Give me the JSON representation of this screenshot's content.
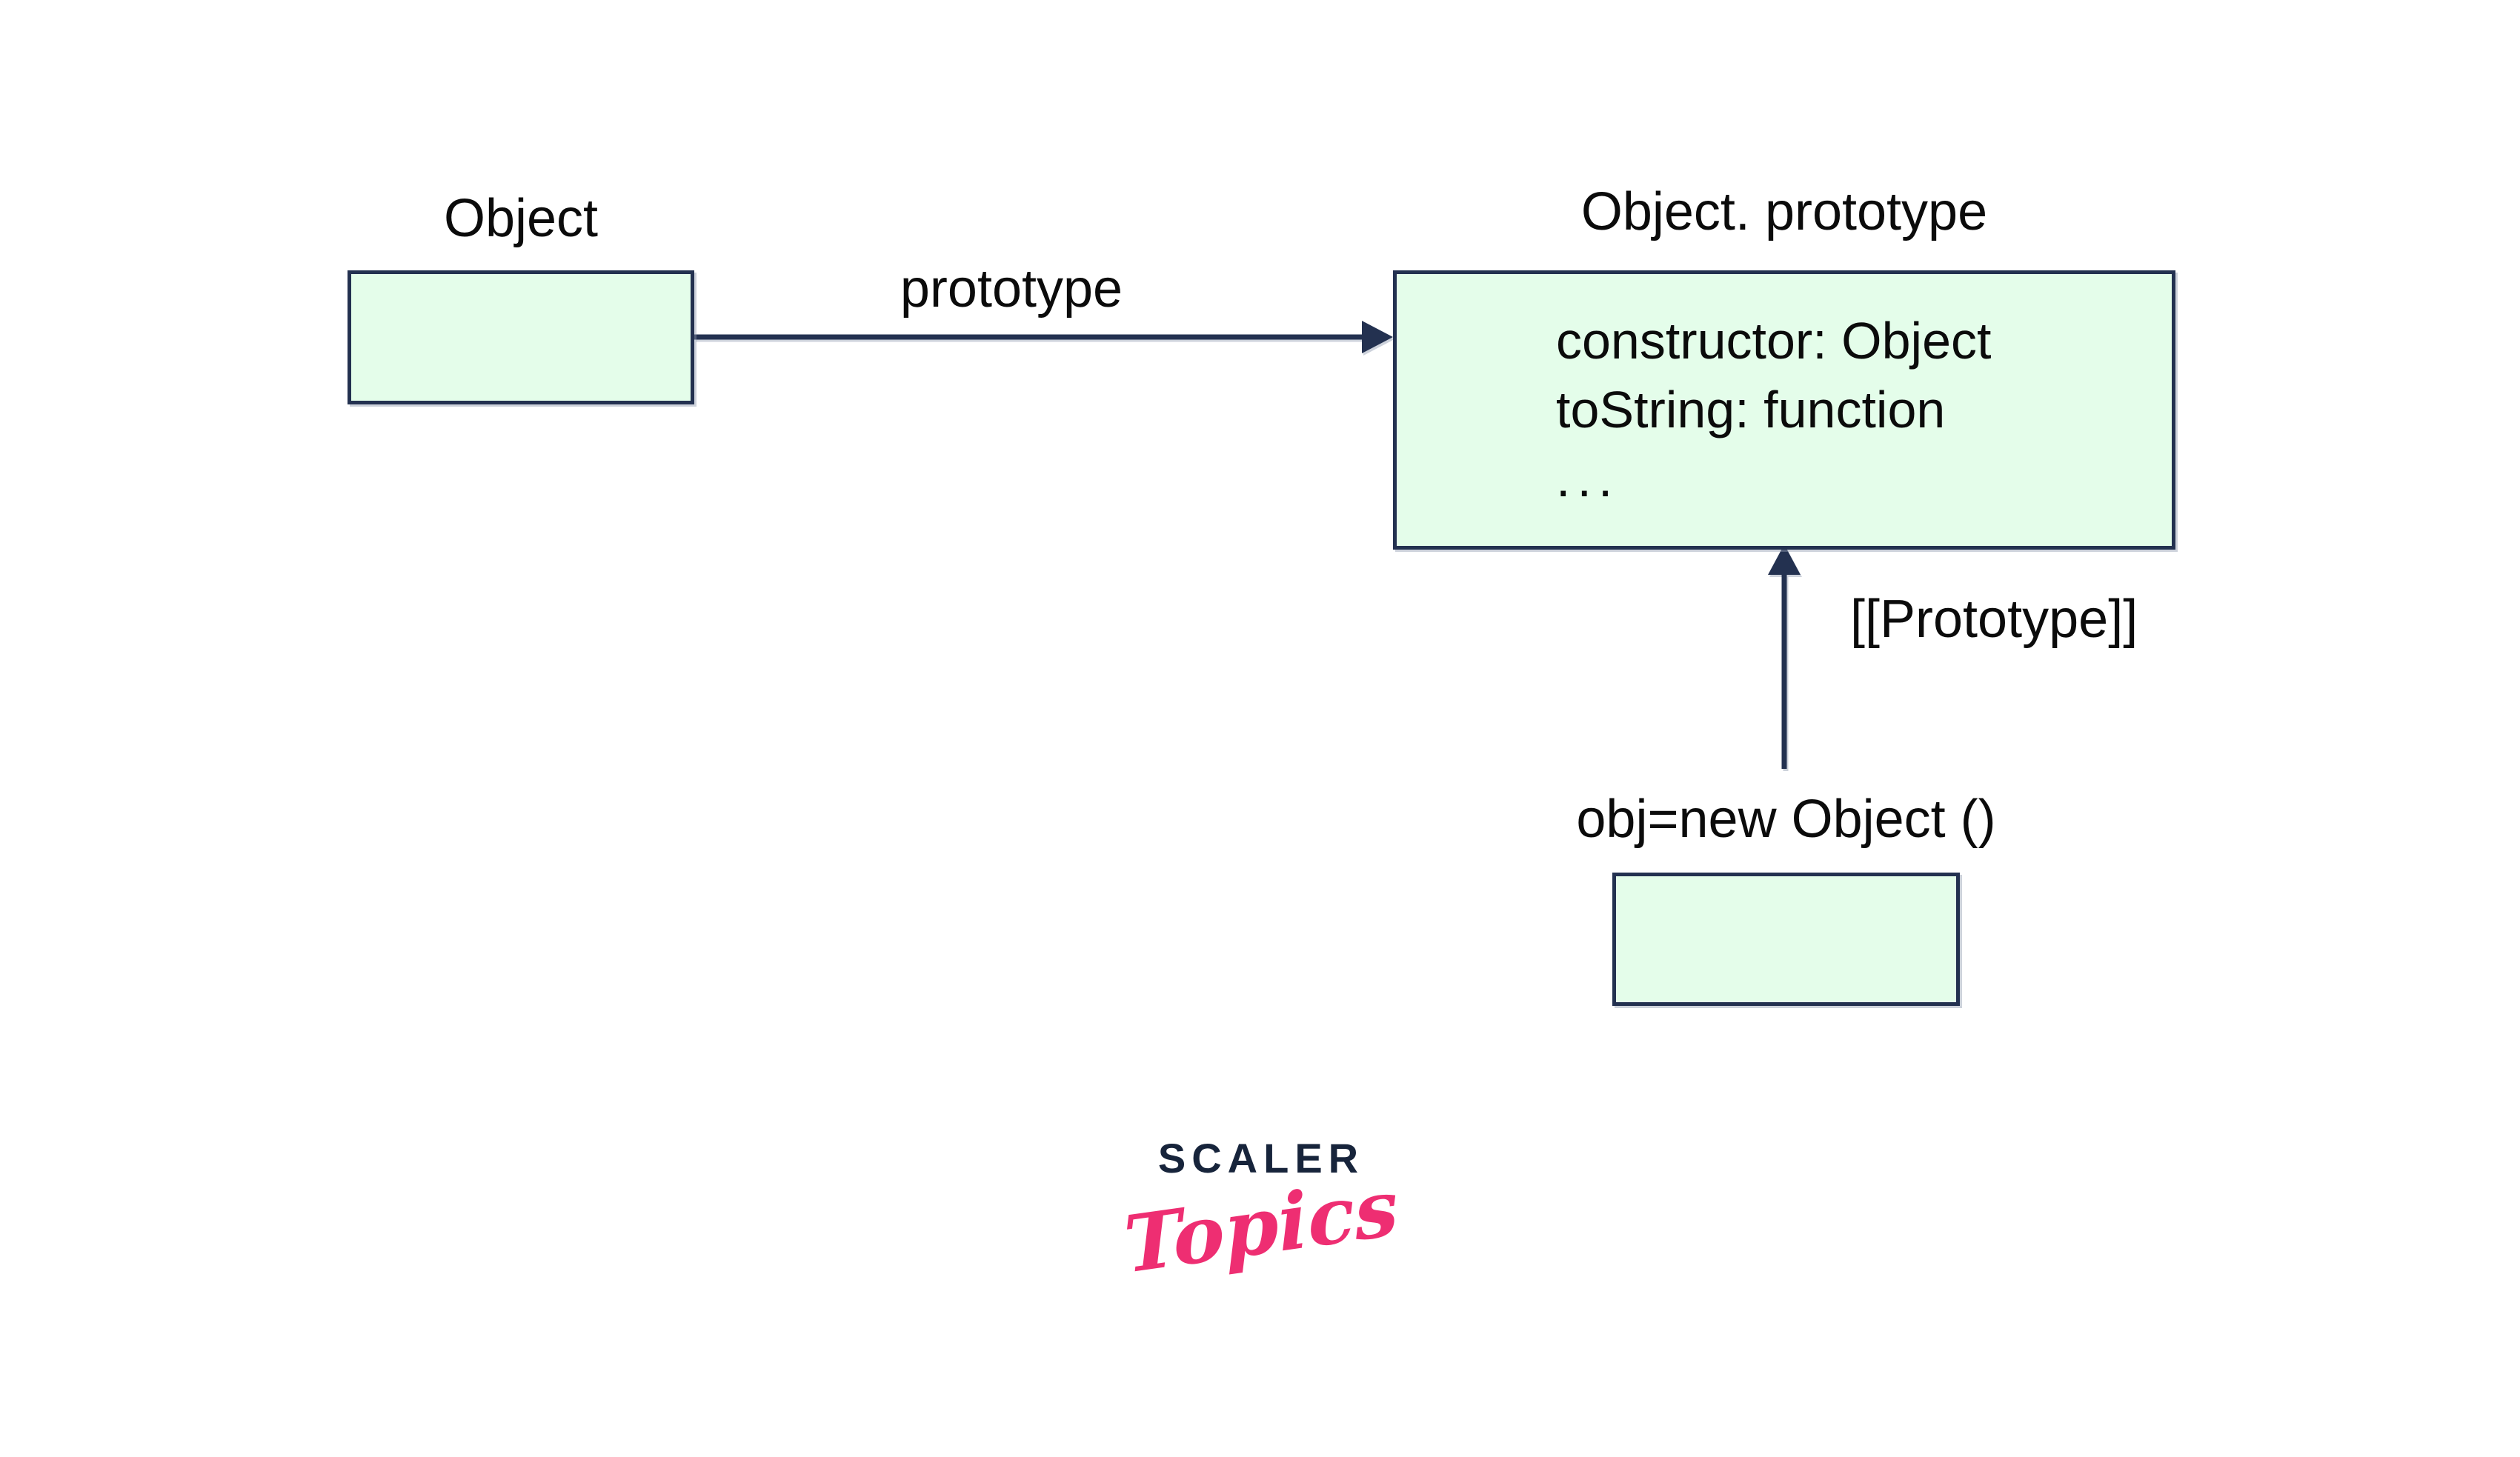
{
  "diagram": {
    "object_box": {
      "title": "Object"
    },
    "prototype_box": {
      "title": "Object. prototype",
      "entries": [
        "constructor: Object",
        "toString: function",
        "..."
      ]
    },
    "instance_box": {
      "title": "obj=new Object ()"
    },
    "edges": {
      "prototype_arrow_label": "prototype",
      "internal_prototype_label": "[[Prototype]]"
    },
    "colors": {
      "box_fill": "#e4fdea",
      "line_and_border": "#233150",
      "label_text": "#0b0b0b",
      "logo_navy": "#17243b",
      "logo_pink": "#ee2e72",
      "background": "#ffffff"
    }
  },
  "logo": {
    "brand": "SCALER",
    "wordmark": "Topics"
  }
}
